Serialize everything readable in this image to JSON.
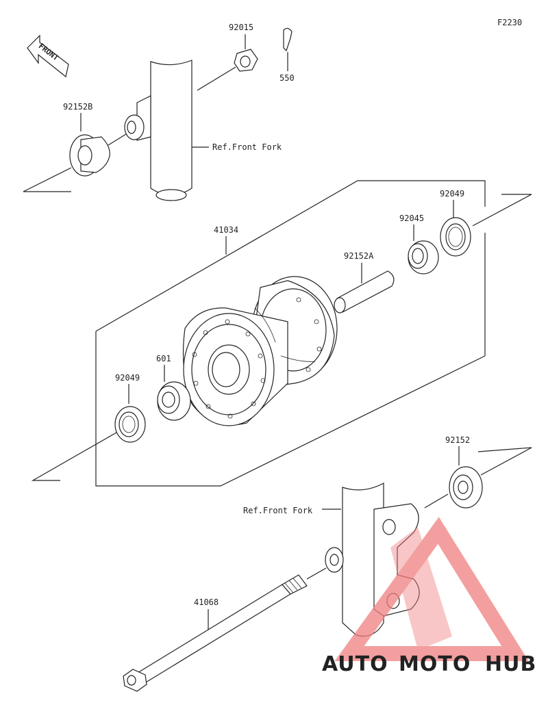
{
  "diagram": {
    "figure_code": "F2230",
    "front_label": "FRONT",
    "part_numbers": {
      "p92015": "92015",
      "p550": "550",
      "p92152B": "92152B",
      "ref_fork_top": "Ref.Front Fork",
      "p41034": "41034",
      "p92049_right": "92049",
      "p92045": "92045",
      "p92152A": "92152A",
      "p601": "601",
      "p92049_left": "92049",
      "p92152": "92152",
      "ref_fork_bottom": "Ref.Front Fork",
      "p41068": "41068"
    }
  },
  "watermark": {
    "part_a": "AUTO",
    "part_b": "MOTO",
    "part_c": "HUB",
    "color_a": "#f5a623",
    "color_b": "#f5a623",
    "color_c": "#555555",
    "logo_color": "#f08080"
  }
}
